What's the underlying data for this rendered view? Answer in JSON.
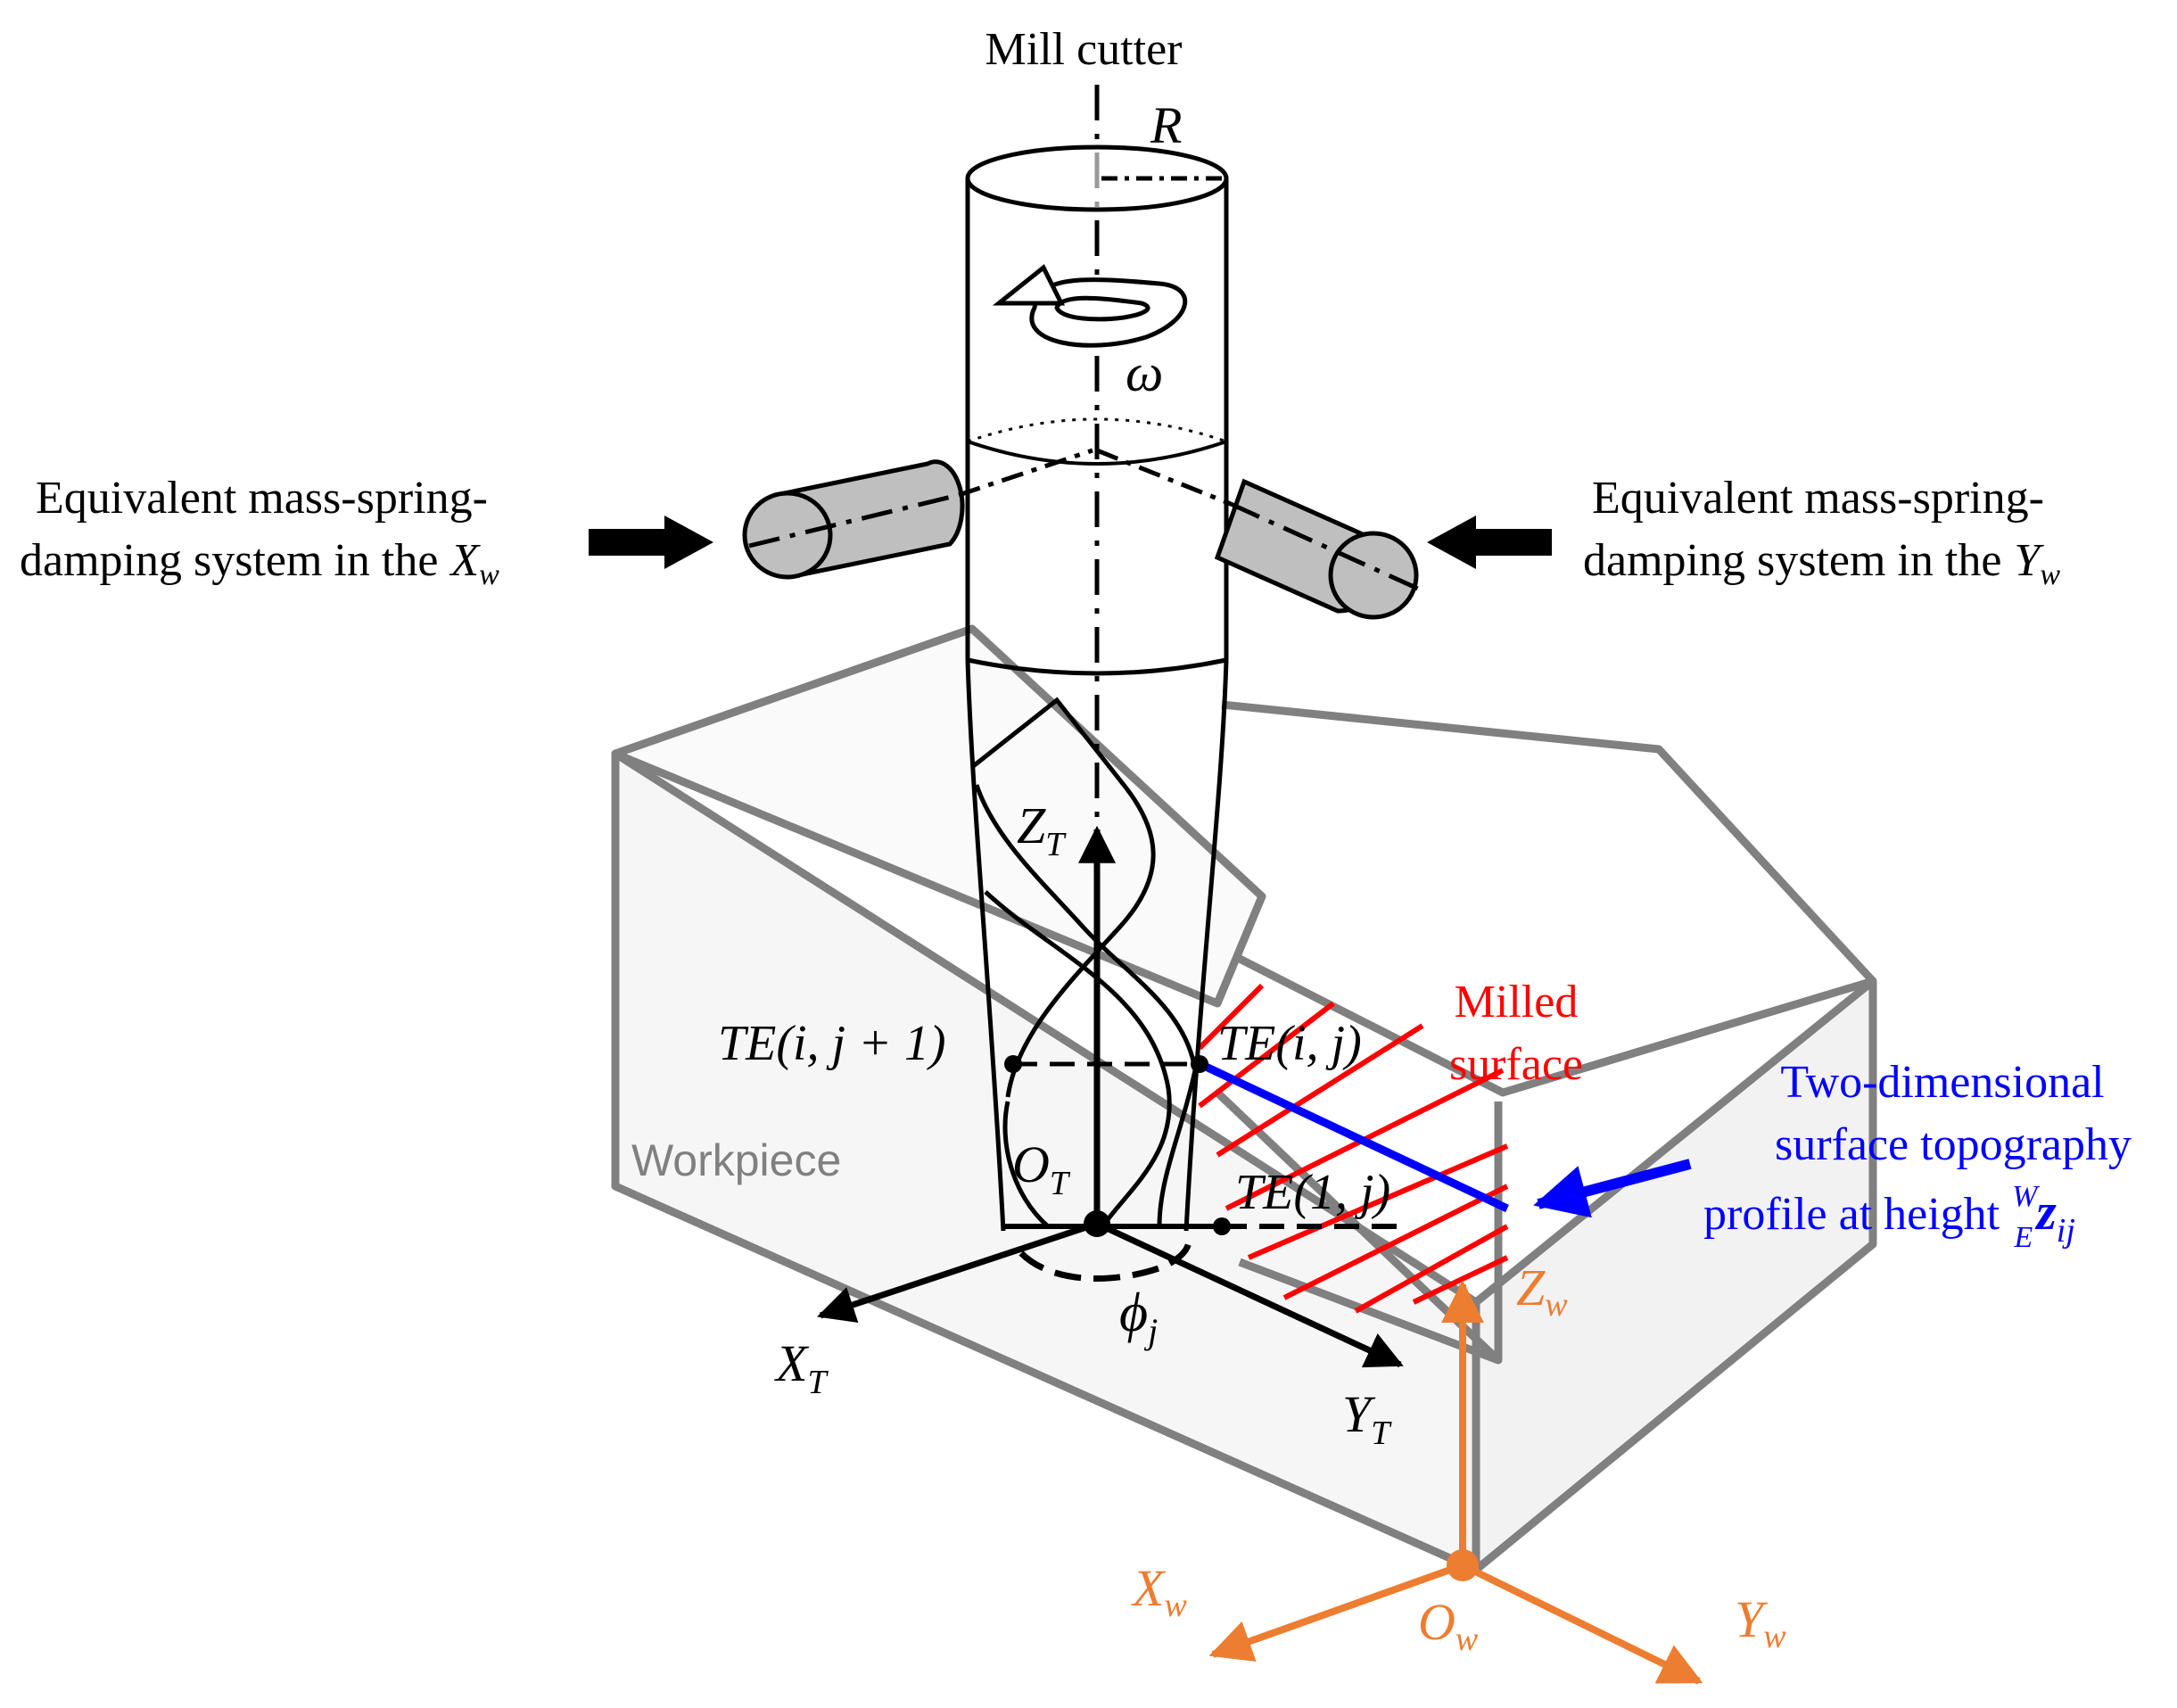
{
  "colors": {
    "black": "#000000",
    "workpiece_gray": "#808080",
    "milled_red": "#ff0000",
    "profile_blue": "#0000ff",
    "frame_orange": "#ed7d31",
    "damper_gray": "#bfbfbf"
  },
  "labels": {
    "mill_cutter": "Mill cutter",
    "radius": "R",
    "omega": "ω",
    "damper_x_line1": "Equivalent mass-spring-",
    "damper_x_line2": "damping system in the",
    "damper_x_axis": "X",
    "damper_y_line1": "Equivalent mass-spring-",
    "damper_y_line2": "damping system in the",
    "damper_y_axis": "Y",
    "w_sub": "w",
    "z_t": "Z",
    "x_t": "X",
    "y_t": "Y",
    "t_sub": "T",
    "o_t": "O",
    "te_ij1": "TE(i, j + 1)",
    "te_ij": "TE(i, j)",
    "te_1j": "TE(1, j)",
    "phi": "ϕ",
    "j_sub": "j",
    "workpiece": "Workpiece",
    "milled_line1": "Milled",
    "milled_line2": "surface",
    "profile_line1": "Two-dimensional",
    "profile_line2": "surface topography",
    "profile_line3": "profile at height",
    "profile_sup": "W",
    "profile_presub": "E",
    "profile_var": "z",
    "profile_sub": "ij",
    "z_w": "Z",
    "x_w": "X",
    "y_w": "Y",
    "o_w": "O"
  }
}
